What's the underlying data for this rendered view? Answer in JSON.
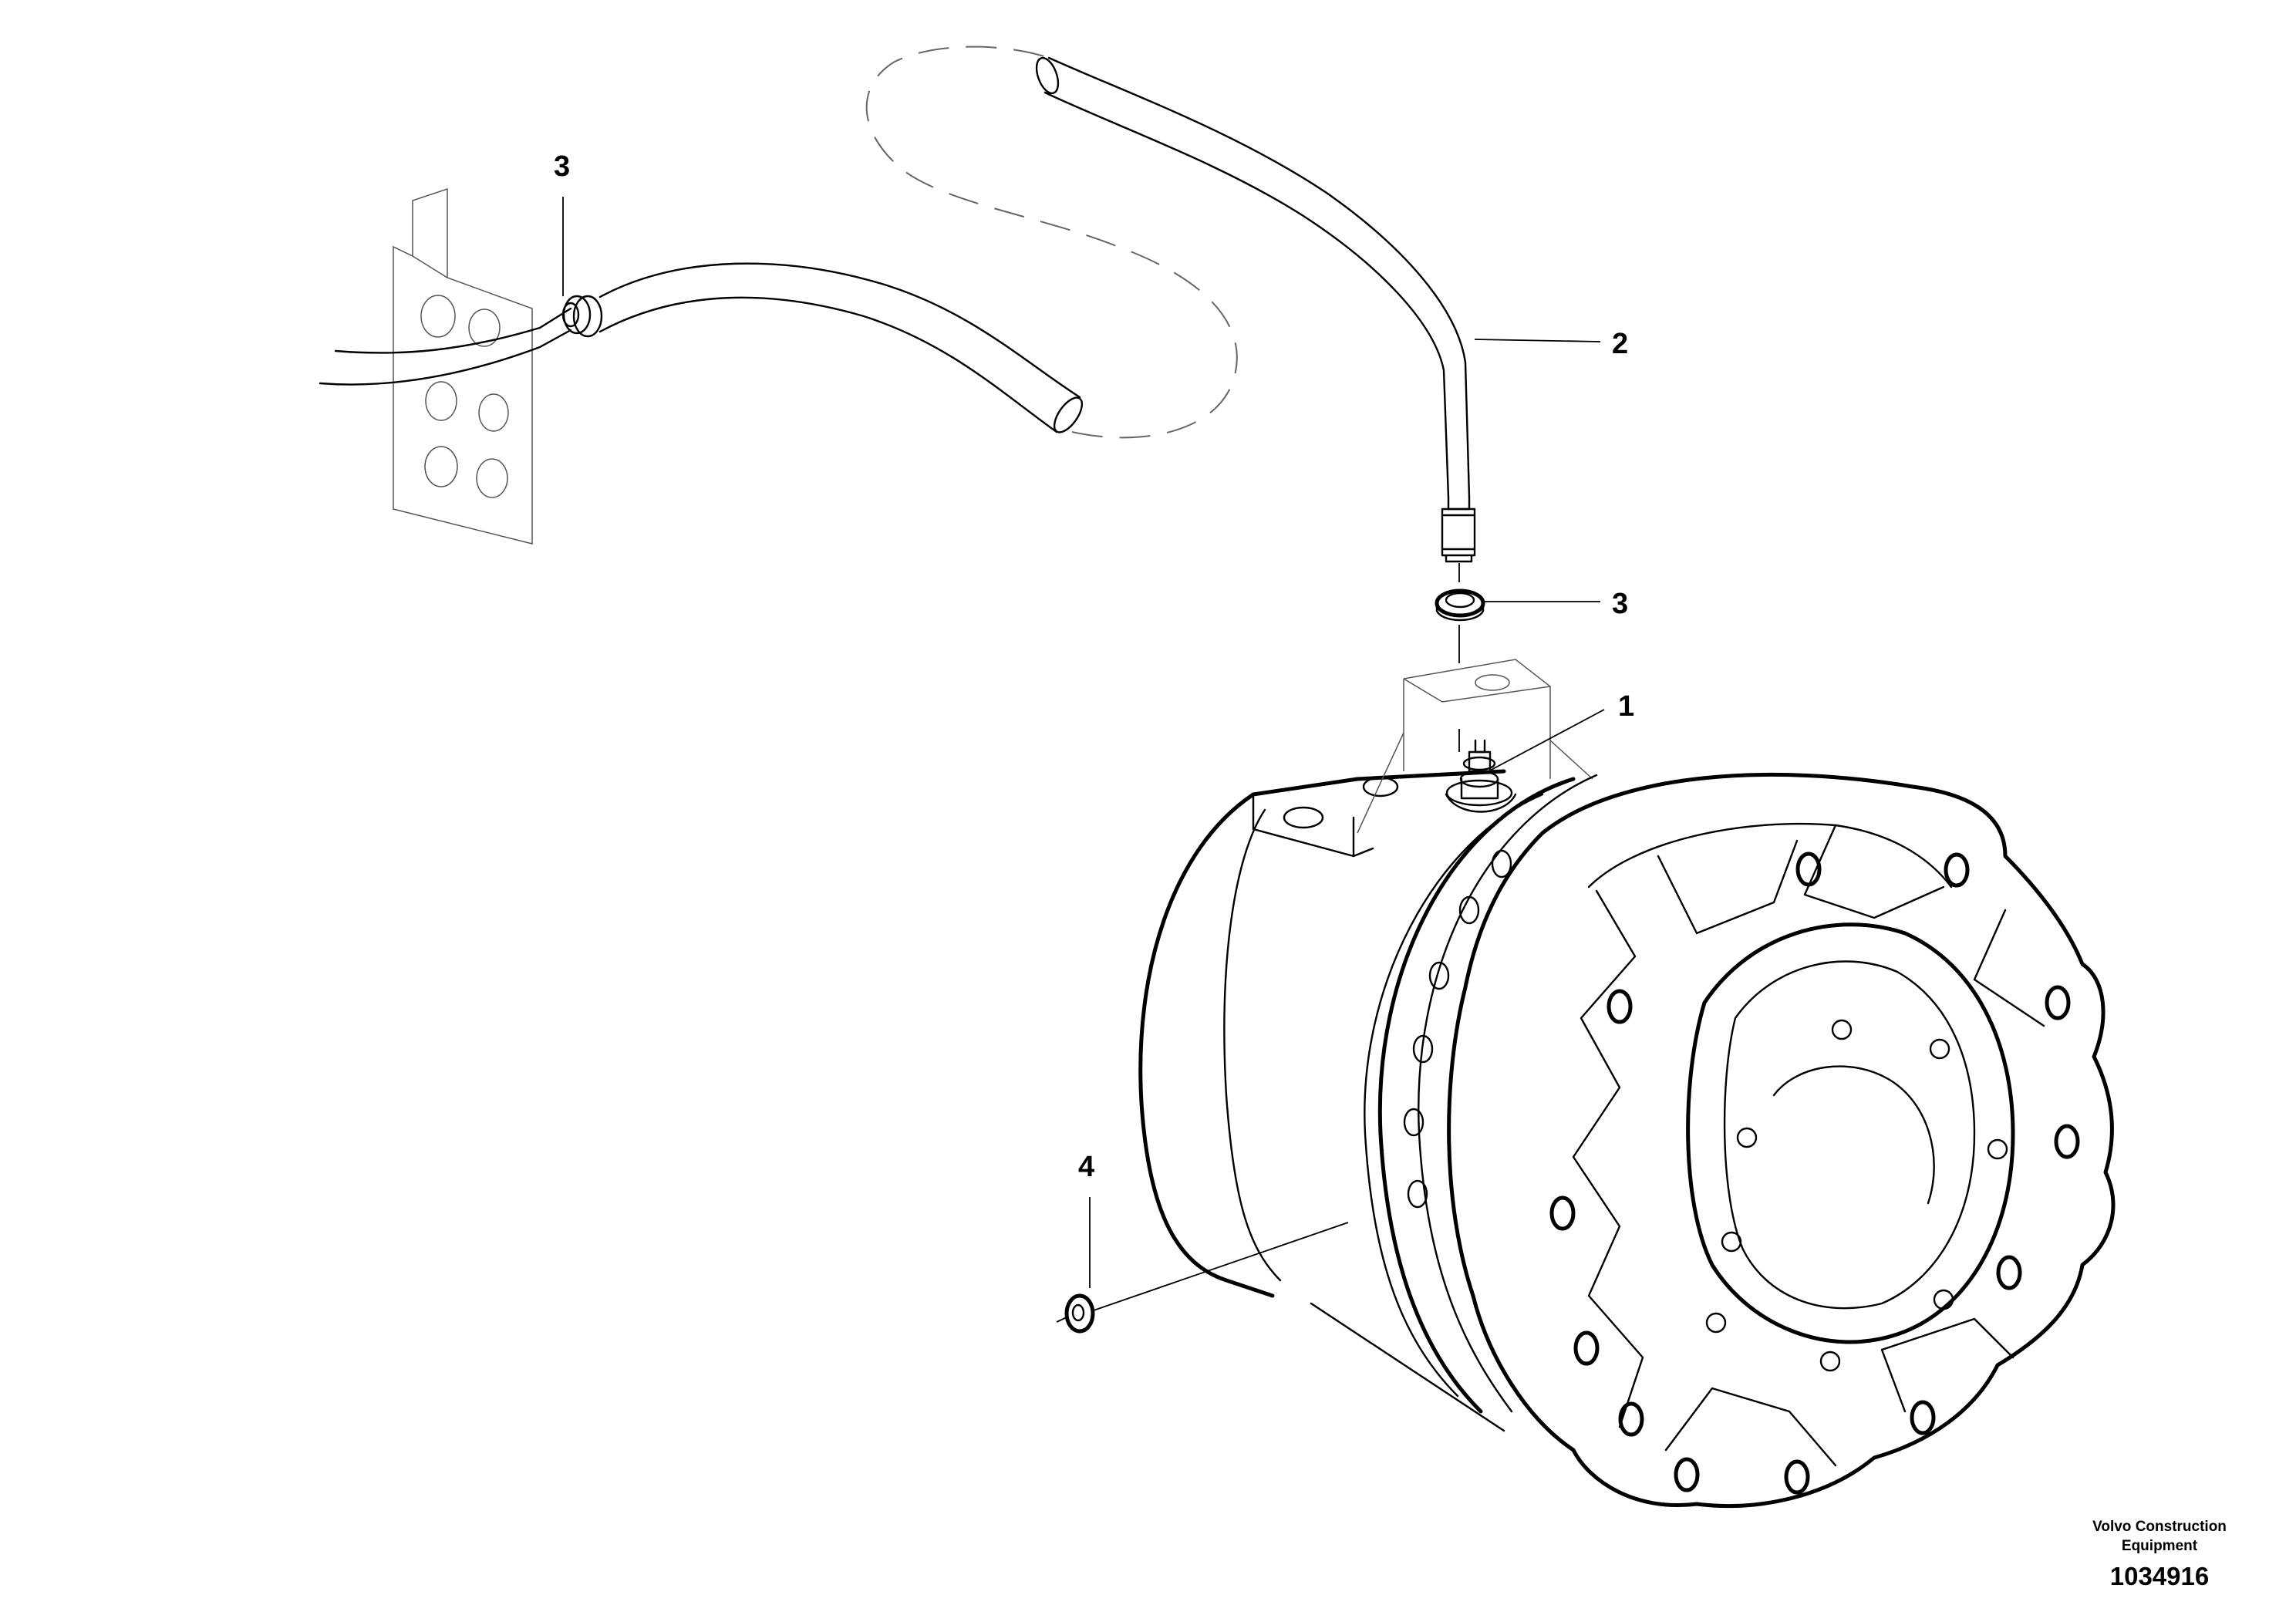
{
  "callouts": [
    {
      "id": "1",
      "label": "1"
    },
    {
      "id": "2",
      "label": "2"
    },
    {
      "id": "3a",
      "label": "3"
    },
    {
      "id": "3b",
      "label": "3"
    },
    {
      "id": "4",
      "label": "4"
    }
  ],
  "footer": {
    "brand_line1": "Volvo Construction",
    "brand_line2": "Equipment",
    "part_number": "1034916"
  }
}
